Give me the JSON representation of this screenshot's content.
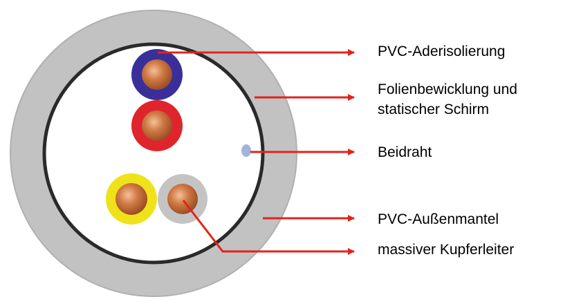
{
  "labels": {
    "conductor_insulation": "PVC-Aderisolierung",
    "foil_wrap_line1": "Folienbewicklung und",
    "foil_wrap_line2": "statischer Schirm",
    "drain_wire": "Beidraht",
    "outer_sheath": "PVC-Außenmantel",
    "solid_copper": "massiver Kupferleiter"
  },
  "colors": {
    "sheath": "#c2c2c2",
    "sheath_edge": "#a9a9a9",
    "shield_ring": "#2a2a2a",
    "filler": "#ffffff",
    "wire_blue": "#3a2f9a",
    "wire_red": "#e0242c",
    "wire_yellow": "#f0e21a",
    "wire_gray": "#c4c4c4",
    "copper": "#c8683a",
    "drain": "#9fb4d8",
    "arrow": "#e2231a"
  }
}
